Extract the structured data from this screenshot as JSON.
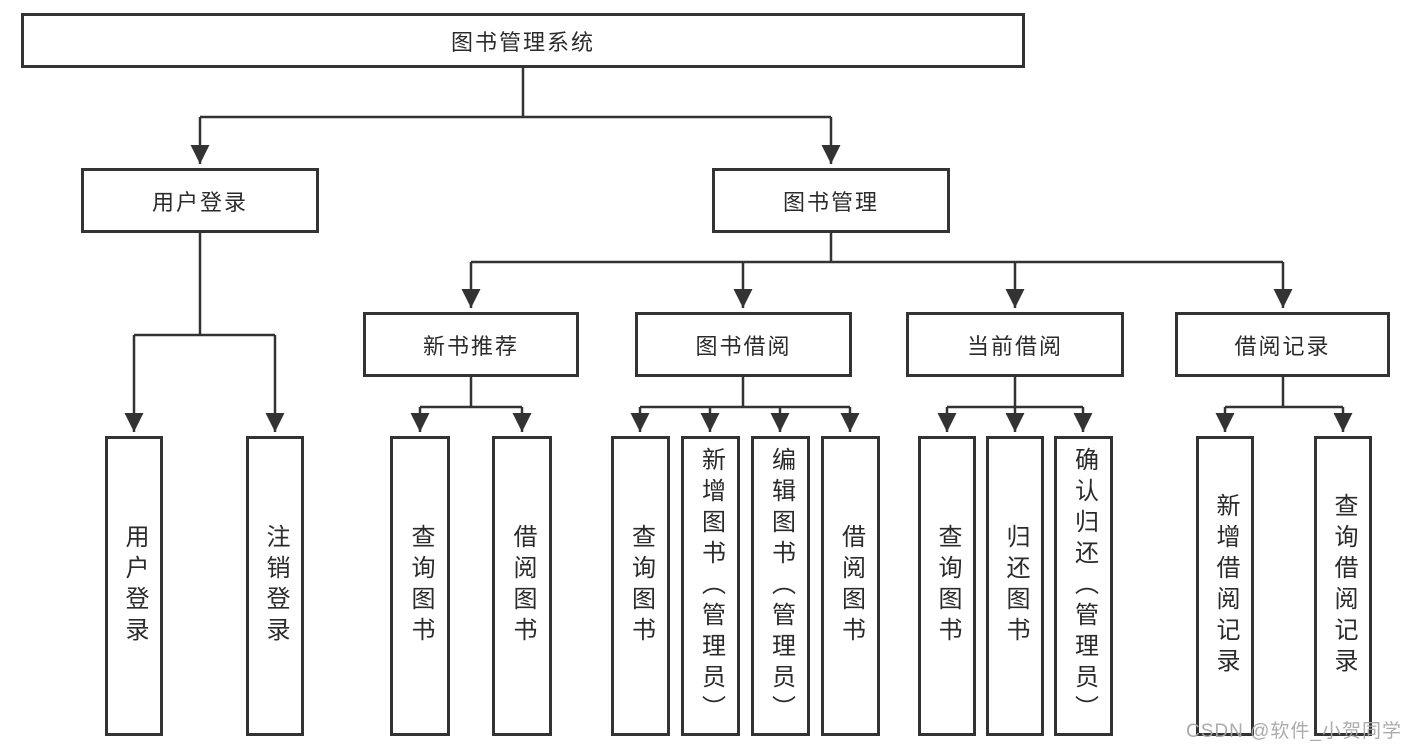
{
  "diagram": {
    "type": "hierarchy-tree",
    "line_color": "#333333",
    "box_border_color": "#333333",
    "text_color": "#2b2b2b",
    "background": "#ffffff",
    "nodes": {
      "root": {
        "label": "图书管理系统"
      },
      "level2": [
        {
          "label": "用户登录"
        },
        {
          "label": "图书管理"
        }
      ],
      "level3": [
        {
          "label": "新书推荐"
        },
        {
          "label": "图书借阅"
        },
        {
          "label": "当前借阅"
        },
        {
          "label": "借阅记录"
        }
      ],
      "leaves": [
        {
          "label": "用户登录"
        },
        {
          "label": "注销登录"
        },
        {
          "label": "查询图书"
        },
        {
          "label": "借阅图书"
        },
        {
          "label": "查询图书"
        },
        {
          "label": "新增图书（管理员）"
        },
        {
          "label": "编辑图书（管理员）"
        },
        {
          "label": "借阅图书"
        },
        {
          "label": "查询图书"
        },
        {
          "label": "归还图书"
        },
        {
          "label": "确认归还（管理员）"
        },
        {
          "label": "新增借阅记录"
        },
        {
          "label": "查询借阅记录"
        }
      ]
    },
    "structure": {
      "图书管理系统": {
        "用户登录": [
          "用户登录",
          "注销登录"
        ],
        "图书管理": {
          "新书推荐": [
            "查询图书",
            "借阅图书"
          ],
          "图书借阅": [
            "查询图书",
            "新增图书（管理员）",
            "编辑图书（管理员）",
            "借阅图书"
          ],
          "当前借阅": [
            "查询图书",
            "归还图书",
            "确认归还（管理员）"
          ],
          "借阅记录": [
            "新增借阅记录",
            "查询借阅记录"
          ]
        }
      }
    }
  },
  "watermark": {
    "text": "CSDN @软件_小贺同学",
    "color": "#a8a8a8"
  }
}
